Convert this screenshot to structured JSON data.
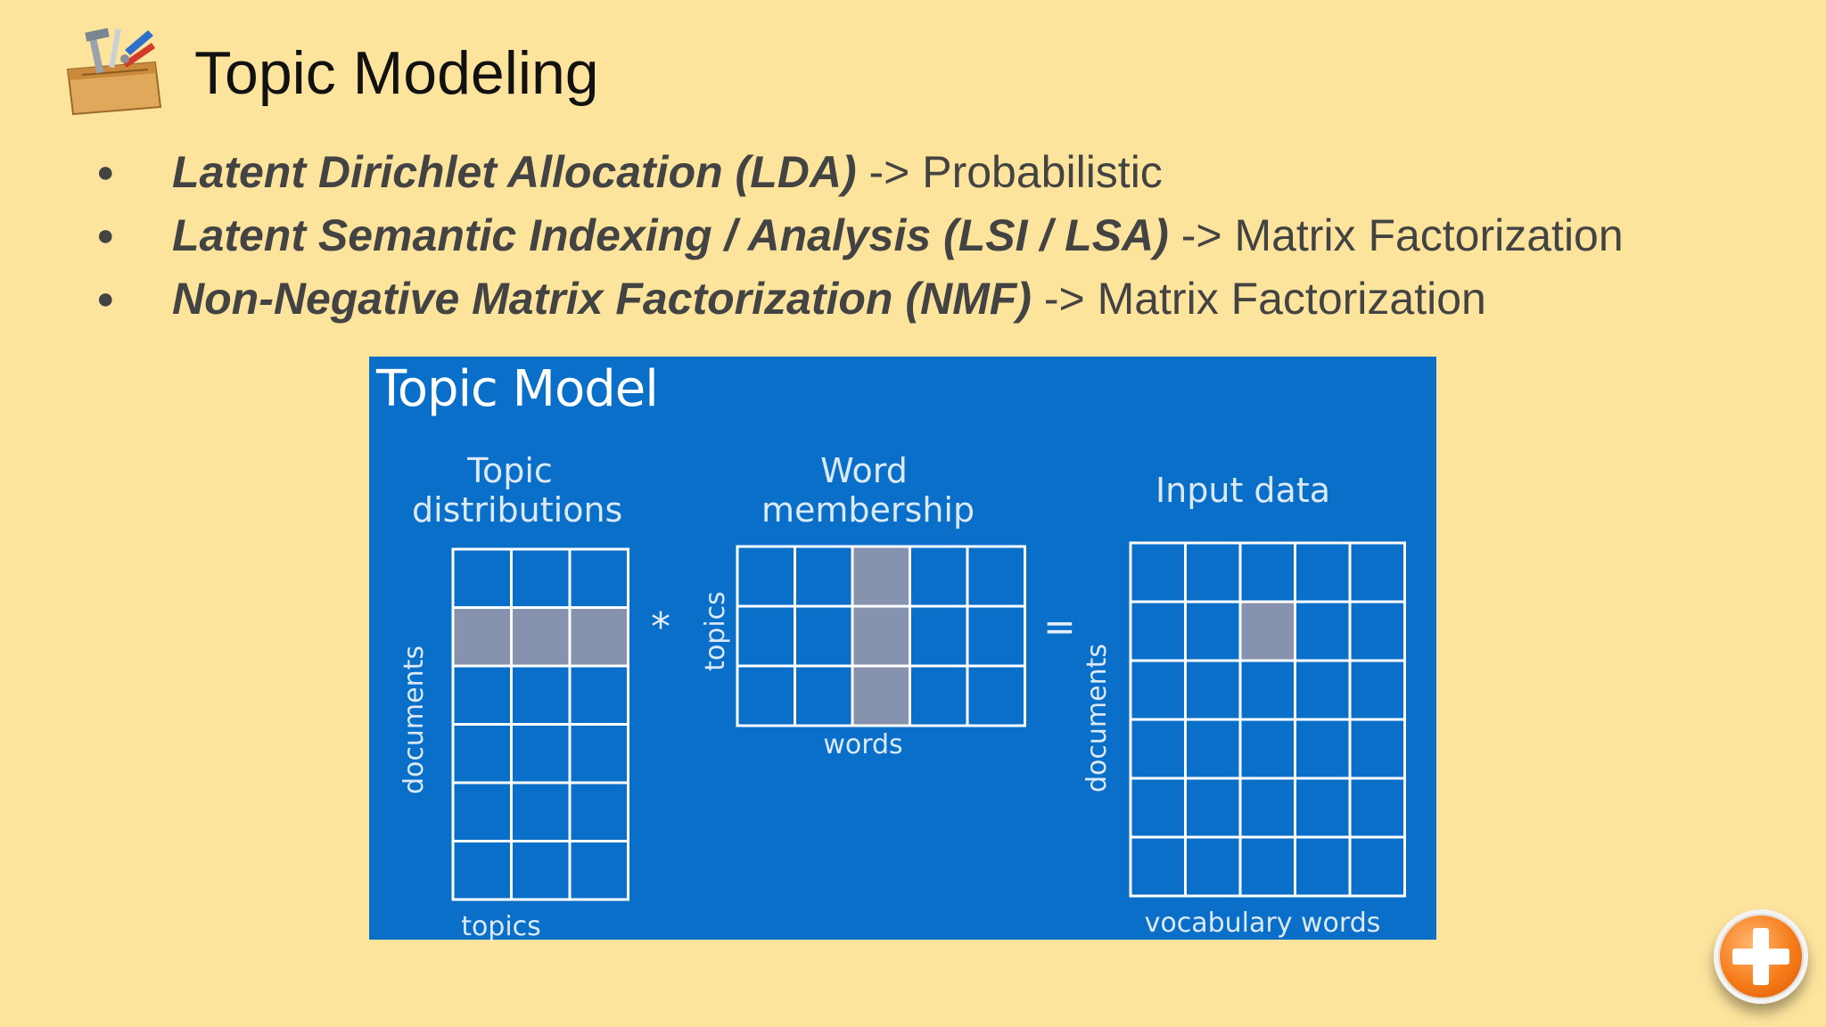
{
  "slide": {
    "title": "Topic Modeling",
    "bullet_glyph": "●",
    "bullets": [
      {
        "term": "Latent Dirichlet Allocation (LDA)",
        "desc": " -> Probabilistic"
      },
      {
        "term": "Latent Semantic Indexing / Analysis (LSI / LSA)",
        "desc": " -> Matrix Factorization"
      },
      {
        "term": "Non-Negative Matrix Factorization (NMF)",
        "desc": " -> Matrix Factorization"
      }
    ]
  },
  "diagram": {
    "title": "Topic Model",
    "matrices": [
      {
        "header": "Topic\ndistributions",
        "rows": 6,
        "cols": 3,
        "highlight": "row 2",
        "row_label": "documents",
        "col_label": "topics"
      },
      {
        "header": "Word\nmembership",
        "rows": 3,
        "cols": 5,
        "highlight": "column 3",
        "row_label": "topics",
        "col_label": "words"
      },
      {
        "header": "Input data",
        "rows": 6,
        "cols": 5,
        "highlight": "row 2, column 3",
        "row_label": "documents",
        "col_label": "vocabulary words"
      }
    ],
    "operators": {
      "multiply": "*",
      "equals": "="
    },
    "colors": {
      "background": "#0a6fc9",
      "grid_line": "#ffffff",
      "highlight_cell": "#8793ae"
    }
  },
  "icons": {
    "toolbox": "toolbox-icon",
    "help": "plus-icon"
  },
  "colors": {
    "slide_background": "#fde49d",
    "help_button": "#f57a17"
  }
}
